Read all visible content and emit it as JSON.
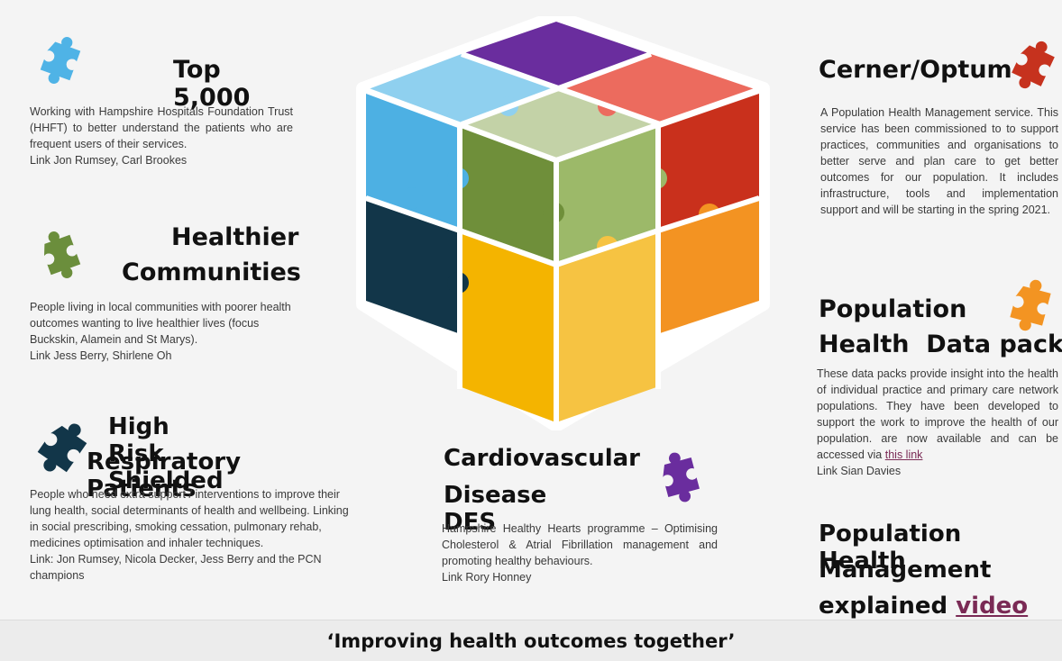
{
  "top5000": {
    "title": "Top 5,000",
    "body": "Working with Hampshire Hospitals Foundation Trust (HHFT) to better understand the patients who are frequent users of their services.",
    "link": "Link Jon Rumsey, Carl Brookes",
    "icon": "puzzle-piece-light-blue-icon",
    "color": "#4fb3e6"
  },
  "healthier": {
    "title_line1": "Healthier",
    "title_line2": "Communities",
    "body": "People living in local communities with poorer health outcomes wanting to live healthier lives (focus Buckskin, Alamein and St Marys).",
    "link": "Link Jess Berry, Shirlene Oh",
    "icon": "puzzle-piece-olive-green-icon",
    "color": "#6b8e3c"
  },
  "highrisk": {
    "title_line1": "High Risk Shielded",
    "title_line2": "Respiratory Patients",
    "body": "People who need extra support / interventions to improve their lung health, social determinants of health and wellbeing. Linking in social prescribing, smoking cessation, pulmonary rehab, medicines optimisation and inhaler techniques.",
    "link": "Link: Jon Rumsey,  Nicola Decker, Jess Berry and the PCN champions",
    "icon": "puzzle-piece-dark-navy-icon",
    "color": "#123649"
  },
  "cardio": {
    "title_line1": "Cardiovascular",
    "title_line2": "Disease DES",
    "body": "Hampshire Healthy Hearts programme – Optimising Cholesterol & Atrial Fibrillation management and promoting healthy behaviours.",
    "link": "Link Rory Honney",
    "icon": "puzzle-piece-purple-icon",
    "color": "#6a2d9e"
  },
  "cerner": {
    "title": "Cerner/Optum",
    "body": "A Population Health Management service. This service has been commissioned to to support practices, communities and organisations to better serve and plan care to get better outcomes for our population. It includes infrastructure, tools and implementation support and will be starting in the spring 2021.",
    "icon": "puzzle-piece-red-icon",
    "color": "#c6321e"
  },
  "datapacks": {
    "title_line1": "Population",
    "title_line2": "Health  Data packs",
    "body": "These data packs provide insight into the health of individual practice and primary care network populations. They have been developed to support the work to improve the health of our population.  are now available and can be accessed via",
    "link_label": "this link",
    "link_person": "Link Sian Davies",
    "icon": "puzzle-piece-orange-icon",
    "color": "#f39422"
  },
  "video": {
    "line1": "Population Health",
    "line2": "Management",
    "line3_prefix": "explained ",
    "link_label": "video"
  },
  "cube": {
    "icon": "puzzle-cube-illustration",
    "colors": {
      "top_back": "#6a2d9e",
      "top_left": "#8fd0ef",
      "top_right": "#ec6b5e",
      "top_front": "#c3d2a7",
      "left_top_back": "#4db0e3",
      "left_top_front": "#6f8f3a",
      "left_bottom_back": "#123649",
      "left_bottom_front": "#f4b400",
      "right_top_front": "#9cb969",
      "right_top_back": "#c9301c",
      "right_bottom_front": "#f6c342",
      "right_bottom_back": "#f39322"
    }
  },
  "footer": {
    "tagline": "‘Improving health outcomes together’"
  }
}
